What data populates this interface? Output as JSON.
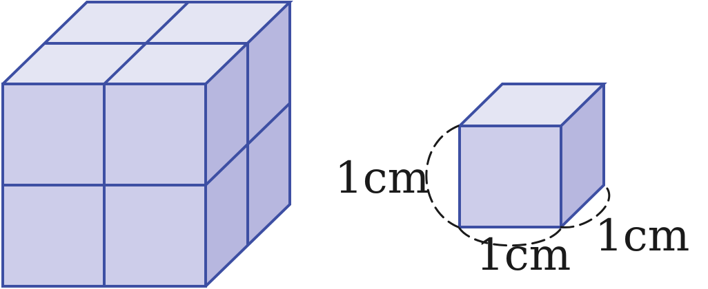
{
  "colors": {
    "stroke": "#3d4fa3",
    "top_face": "#e4e5f3",
    "front_face": "#cdcdea",
    "side_face": "#b7b7df"
  },
  "unit_cube": {
    "labels": {
      "left_edge": "1cm",
      "bottom_edge": "1cm",
      "depth_edge": "1cm"
    }
  }
}
